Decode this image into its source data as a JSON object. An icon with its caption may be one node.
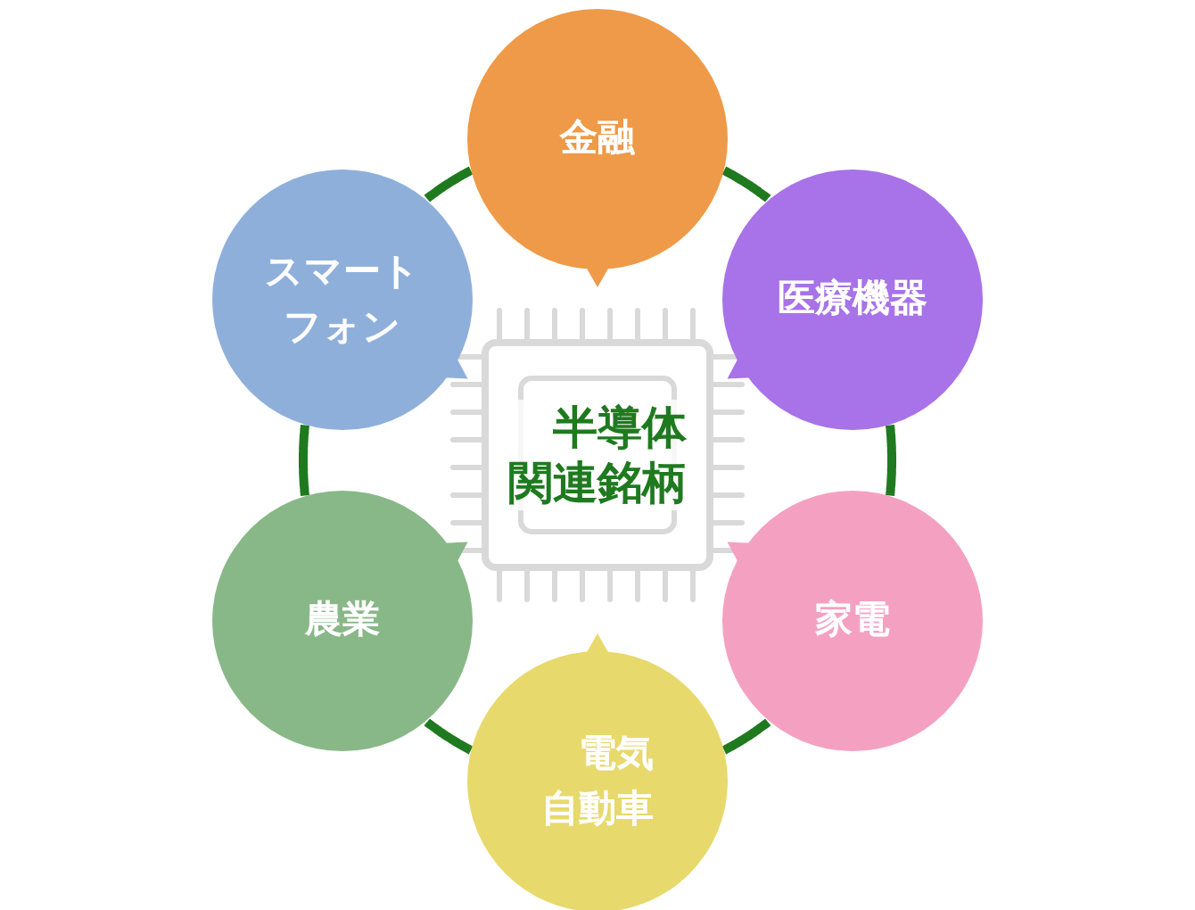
{
  "diagram": {
    "nodes": [
      {
        "text": [
          "半導体関連銘柄"
        ]
      },
      {
        "text": [
          "金融"
        ]
      },
      {
        "text": [
          "医療機器"
        ]
      },
      {
        "text": [
          "家電"
        ]
      },
      {
        "text": [
          "電気自動車"
        ]
      },
      {
        "text": [
          "農業"
        ]
      },
      {
        "text": [
          "スマートフォン"
        ]
      }
    ],
    "edges": [
      {
        "from": 1,
        "to": 2,
        "arrow": "none"
      },
      {
        "from": 2,
        "to": 3,
        "arrow": "none"
      },
      {
        "from": 3,
        "to": 4,
        "arrow": "none"
      },
      {
        "from": 4,
        "to": 5,
        "arrow": "none"
      },
      {
        "from": 5,
        "to": 6,
        "arrow": "none"
      },
      {
        "from": 6,
        "to": 1,
        "arrow": "none"
      }
    ]
  }
}
